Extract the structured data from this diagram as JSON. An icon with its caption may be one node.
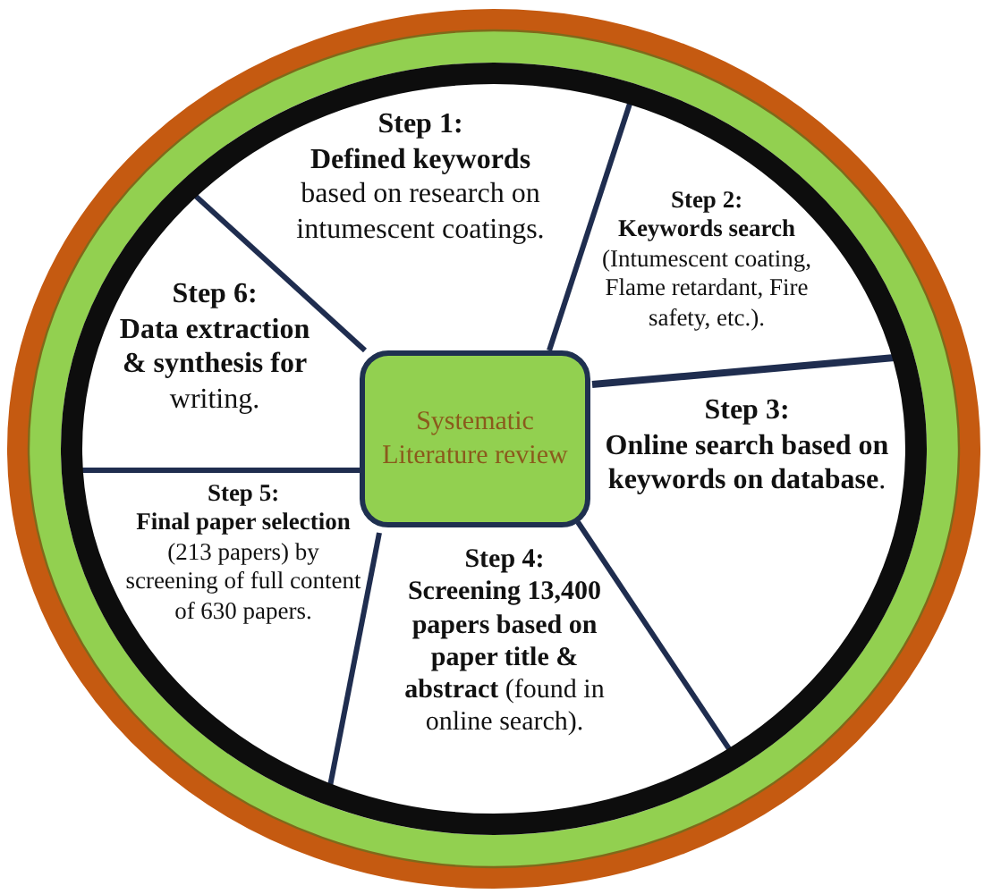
{
  "diagram": {
    "nodes": [
      {
        "text": [
          "Systematic Literature review"
        ]
      },
      {
        "text": [
          "Step 1:",
          "**Defined keywords** based on research on intumescent coatings."
        ]
      },
      {
        "text": [
          "Step 2:",
          "**Keywords search** (Intumescent coating, Flame retardant, Fire safety, etc.)."
        ]
      },
      {
        "text": [
          "Step 3:",
          "**Online search based on keywords on database**."
        ]
      },
      {
        "text": [
          "Step 4:",
          "**Screening 13,400 papers based on paper title & abstract** (found in online search)."
        ]
      },
      {
        "text": [
          "Step 5:",
          "**Final paper selection** (213 papers) by screening of full content of 630 papers."
        ]
      },
      {
        "text": [
          "Step 6:",
          "**Data extraction & synthesis for** writing."
        ]
      }
    ]
  }
}
